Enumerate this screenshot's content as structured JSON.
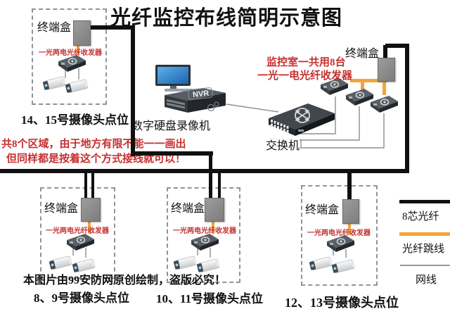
{
  "title": "光纤监控布线简明示意图",
  "colors": {
    "fiber_8core": "#101010",
    "fiber_jumper": "#f0a53c",
    "network_cable": "#8d8d8d",
    "annotation_red": "#c5302f"
  },
  "monitoring_room": {
    "terminal_box_label": "终端盒",
    "note_line1": "监控室一共用8台",
    "note_line2": "一光一电光纤收发器",
    "nvr_label": "NVR",
    "dvr_caption": "数字硬盘录像机",
    "switch_caption": "交换机"
  },
  "notes": {
    "area_line1": "共8个区域，由于地方有限不能一一画出",
    "area_line2": "但同样都是按着这个方式接线就可以！",
    "copyright": "本图片由99安防网原创绘制，盗版必究！"
  },
  "zones": [
    {
      "terminal_box_label": "终端盒",
      "transceiver_label": "一光两电光纤收发器",
      "caption": "14、15号摄像头点位"
    },
    {
      "terminal_box_label": "终端盒",
      "transceiver_label": "一光两电光纤收发器",
      "caption": "8、9号摄像头点位"
    },
    {
      "terminal_box_label": "终端盒",
      "transceiver_label": "一光两电光纤收发器",
      "caption": "10、11号摄像头点位"
    },
    {
      "terminal_box_label": "终端盒",
      "transceiver_label": "一光两电光纤收发器",
      "caption": "12、13号摄像头点位"
    }
  ],
  "legend": {
    "items": [
      {
        "label": "8芯光纤"
      },
      {
        "label": "光纤跳线"
      },
      {
        "label": "网线"
      }
    ]
  }
}
